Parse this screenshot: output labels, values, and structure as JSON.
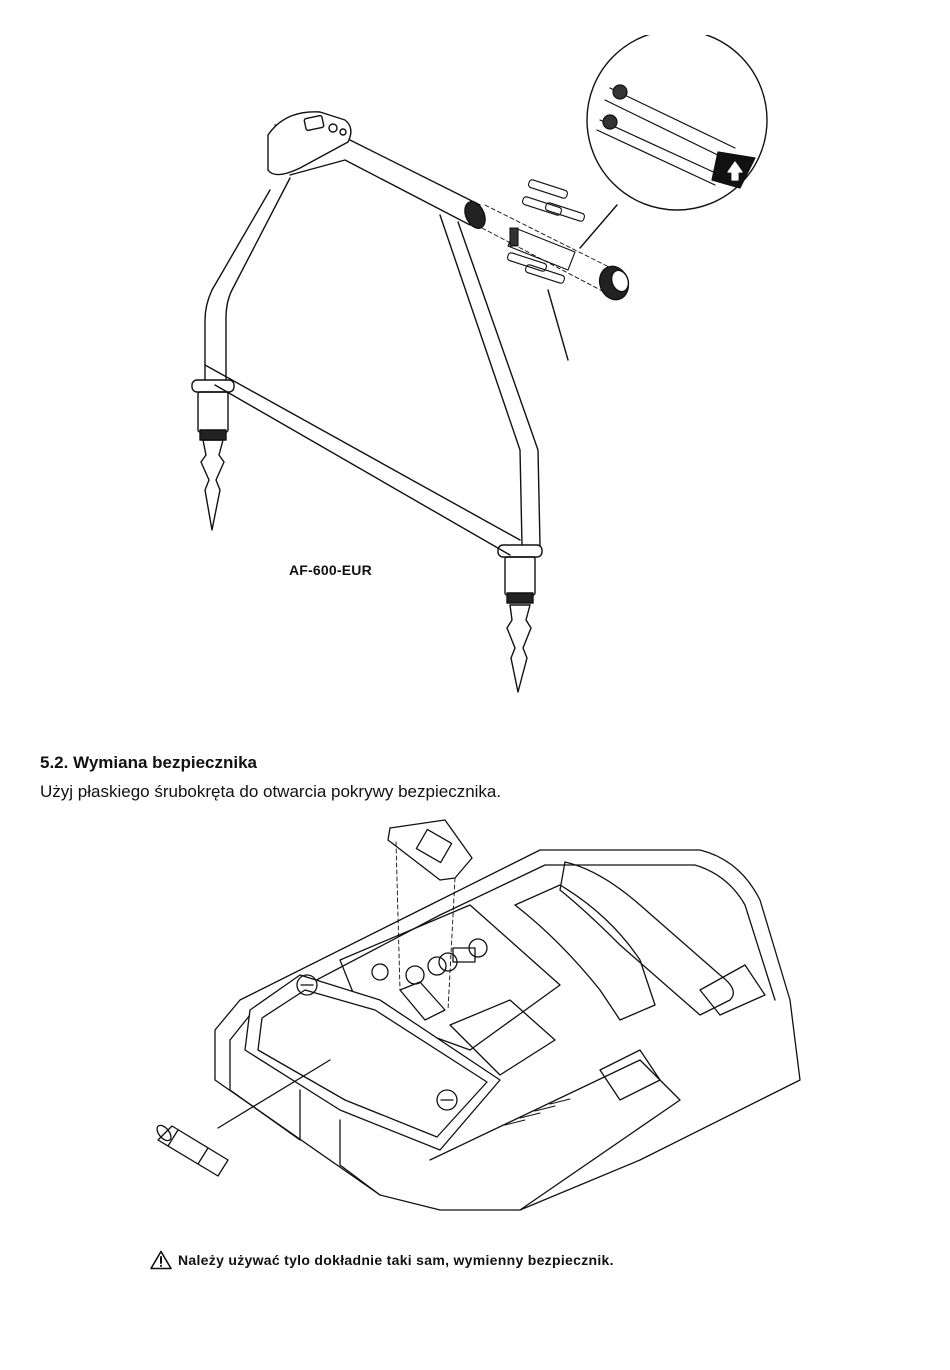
{
  "figure1": {
    "model_label": "AF-600-EUR"
  },
  "section": {
    "title": "5.2. Wymiana bezpiecznika",
    "body": "Użyj płaskiego śrubokręta do otwarcia pokrywy bezpiecznika."
  },
  "warning": {
    "icon": "warning-triangle-icon",
    "text": "Należy używać tylo dokładnie taki sam, wymienny bezpiecznik."
  }
}
